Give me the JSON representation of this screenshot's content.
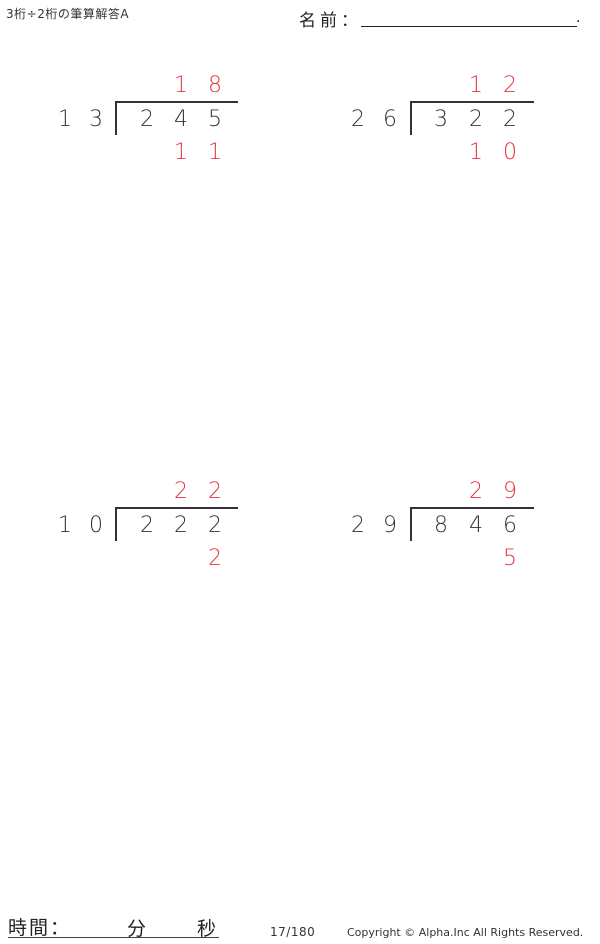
{
  "header": {
    "title": "3桁÷2桁の筆算解答A",
    "name_label": "名前：",
    "name_end": "."
  },
  "problems": [
    {
      "divisor": [
        "1",
        "3"
      ],
      "dividend": [
        "2",
        "4",
        "5"
      ],
      "quotient": [
        "1",
        "8"
      ],
      "remainder": [
        "1",
        "1"
      ]
    },
    {
      "divisor": [
        "2",
        "6"
      ],
      "dividend": [
        "3",
        "2",
        "2"
      ],
      "quotient": [
        "1",
        "2"
      ],
      "remainder": [
        "1",
        "0"
      ]
    },
    {
      "divisor": [
        "1",
        "0"
      ],
      "dividend": [
        "2",
        "2",
        "2"
      ],
      "quotient": [
        "2",
        "2"
      ],
      "remainder": [
        "2"
      ]
    },
    {
      "divisor": [
        "2",
        "9"
      ],
      "dividend": [
        "8",
        "4",
        "6"
      ],
      "quotient": [
        "2",
        "9"
      ],
      "remainder": [
        "5"
      ]
    }
  ],
  "footer": {
    "time_label": "時間：",
    "minutes_label": "分",
    "seconds_label": "秒",
    "page": "17/180",
    "copyright": "Copyright © Alpha.Inc All Rights Reserved."
  },
  "colors": {
    "answer": "#e8323f",
    "text": "#333333"
  }
}
